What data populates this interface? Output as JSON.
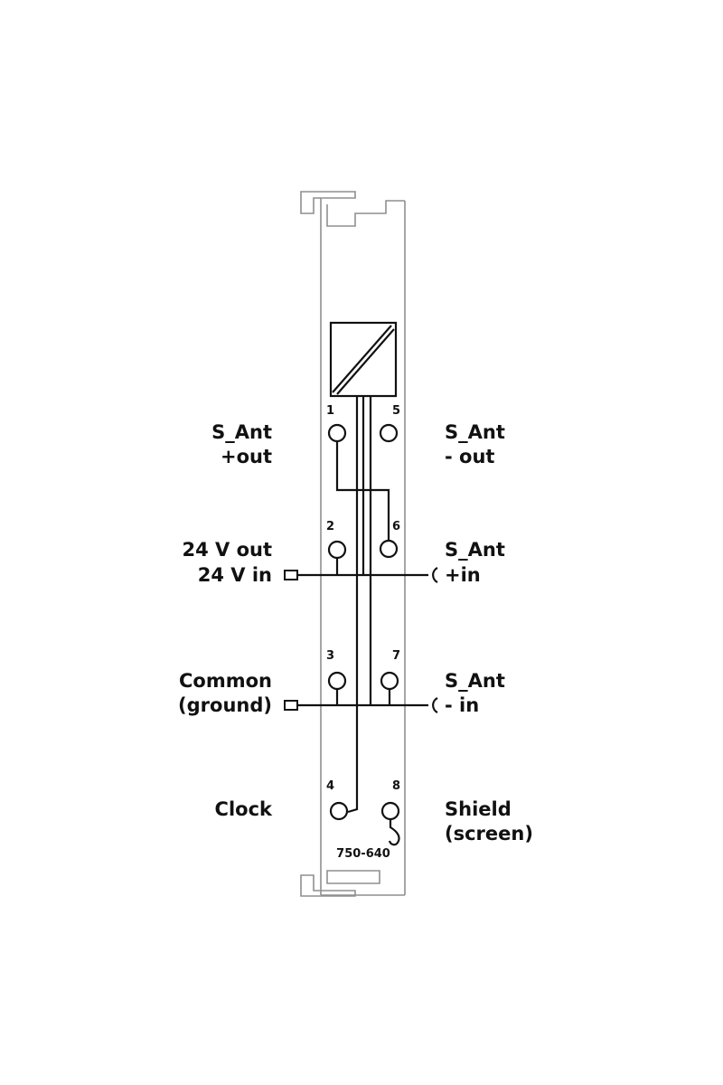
{
  "module": {
    "model_number": "750-640"
  },
  "pins": [
    {
      "number": "1"
    },
    {
      "number": "2"
    },
    {
      "number": "3"
    },
    {
      "number": "4"
    },
    {
      "number": "5"
    },
    {
      "number": "6"
    },
    {
      "number": "7"
    },
    {
      "number": "8"
    }
  ],
  "labels": {
    "left": [
      {
        "line1": "S_Ant",
        "line2": "+out"
      },
      {
        "line1": "24 V out",
        "line2": "24 V in"
      },
      {
        "line1": "Common",
        "line2": "(ground)"
      },
      {
        "line1": "Clock"
      }
    ],
    "right": [
      {
        "line1": "S_Ant",
        "line2": "- out"
      },
      {
        "line1": "S_Ant",
        "line2": "+in"
      },
      {
        "line1": "S_Ant",
        "line2": "- in"
      },
      {
        "line1": "Shield",
        "line2": "(screen)"
      }
    ]
  },
  "colors": {
    "line": "#111111",
    "housing": "#8f8f8f"
  }
}
